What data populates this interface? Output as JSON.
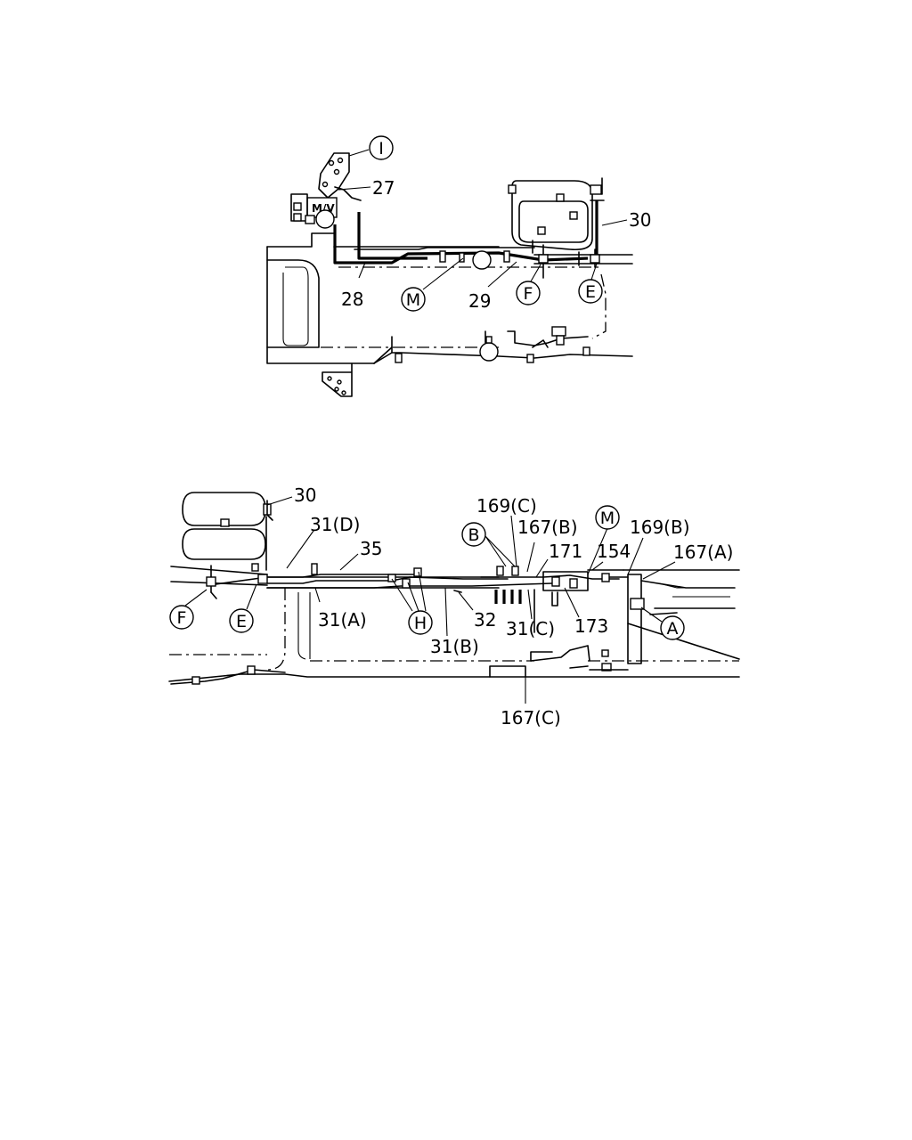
{
  "top_diagram": {
    "valve_label": "M/V",
    "callouts": [
      {
        "id": "I",
        "text": "I"
      },
      {
        "id": "M",
        "text": "M"
      },
      {
        "id": "F",
        "text": "F"
      },
      {
        "id": "E",
        "text": "E"
      }
    ],
    "part_labels": [
      "27",
      "30",
      "28",
      "29"
    ]
  },
  "bottom_diagram": {
    "callouts": [
      {
        "id": "B",
        "text": "B"
      },
      {
        "id": "M",
        "text": "M"
      },
      {
        "id": "F",
        "text": "F"
      },
      {
        "id": "E",
        "text": "E"
      },
      {
        "id": "H",
        "text": "H"
      },
      {
        "id": "A",
        "text": "A"
      }
    ],
    "part_labels": [
      "30",
      "31(D)",
      "35",
      "169(C)",
      "167(B)",
      "171",
      "154",
      "169(B)",
      "167(A)",
      "31(A)",
      "32",
      "31(B)",
      "31(C)",
      "173",
      "167(C)"
    ]
  }
}
